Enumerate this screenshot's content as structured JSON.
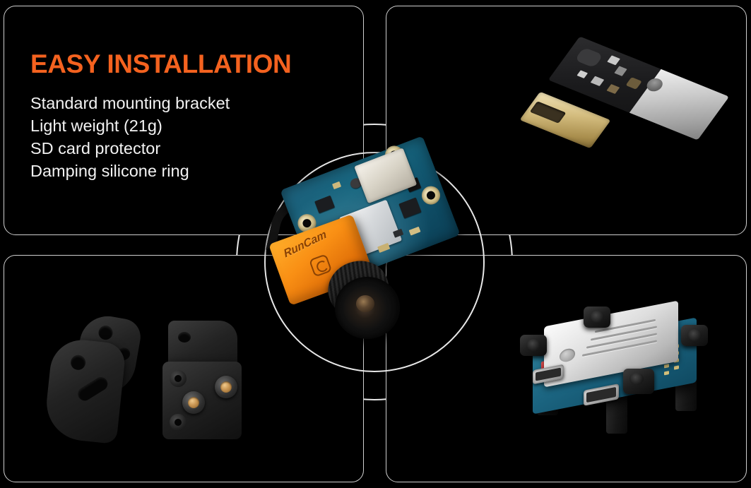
{
  "page": {
    "background_color": "#000000",
    "accent_color": "#f4621f",
    "text_color": "#f2f2f2",
    "border_color": "#cfcfcf"
  },
  "features": {
    "title": "EASY INSTALLATION",
    "items": [
      "Standard mounting bracket",
      "Light weight (21g)",
      "SD card protector",
      "Damping silicone ring"
    ]
  },
  "camera": {
    "brand": "RunCam",
    "logo_icon": "runcam-logo-icon"
  },
  "panels": [
    {
      "id": "features",
      "name": "features-panel"
    },
    {
      "id": "usb",
      "name": "usb-adapter-panel"
    },
    {
      "id": "brackets",
      "name": "mounting-brackets-panel"
    },
    {
      "id": "board",
      "name": "flight-board-panel"
    }
  ],
  "decor": {
    "outer_ring": "outer-ring-decoration",
    "inner_ring": "inner-ring-decoration"
  }
}
